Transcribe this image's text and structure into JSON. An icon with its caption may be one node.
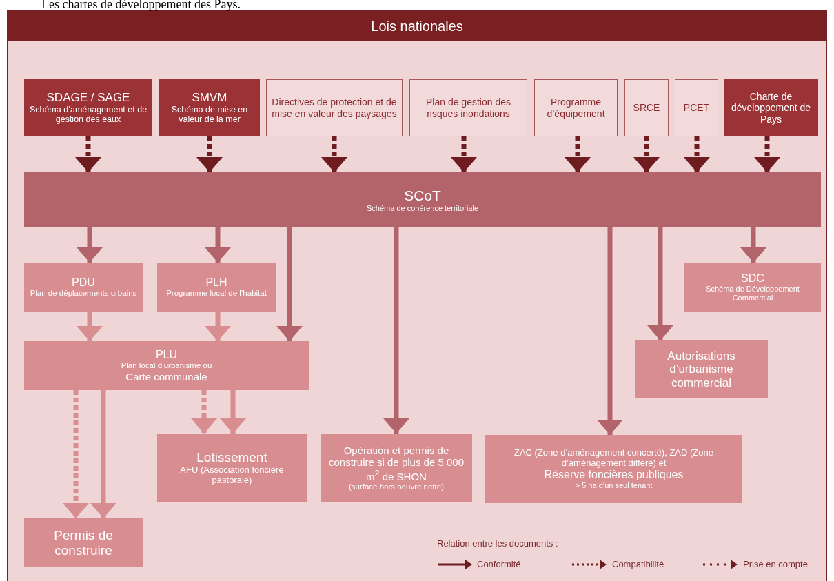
{
  "diagram": {
    "nodes": [
      {
        "text": [
          "Lois nationales"
        ]
      },
      {
        "text": [
          "SDAGE / SAGE",
          "Schéma d’aménagement et de gestion des eaux"
        ],
        "in": 0
      },
      {
        "text": [
          "SMVM",
          "Schéma de mise en valeur de la mer"
        ],
        "in": 0
      },
      {
        "text": [
          "Directives de protection et de mise en valeur des paysages"
        ],
        "in": 0
      },
      {
        "text": [
          "Plan de gestion des risques inondations"
        ],
        "in": 0
      },
      {
        "text": [
          "Programme d’équipement"
        ],
        "in": 0
      },
      {
        "text": [
          "SRCE"
        ],
        "in": 0
      },
      {
        "text": [
          "PCET"
        ],
        "in": 0
      },
      {
        "text": [
          "Charte de développement de Pays"
        ],
        "in": 0
      },
      {
        "text": [
          "SCoT",
          "Schéma de cohérence territoriale"
        ],
        "in": 0
      },
      {
        "text": [
          "PDU",
          "Plan de déplacements urbains"
        ],
        "in": 0
      },
      {
        "text": [
          "PLH",
          "Programme local de l’habitat"
        ],
        "in": 0
      },
      {
        "text": [
          "SDC",
          "Schéma de Développement Commercial"
        ],
        "in": 0
      },
      {
        "text": [
          "PLU",
          "Plan local d’urbanisme ou",
          "Carte communale"
        ],
        "in": 0
      },
      {
        "text": [
          "Autorisations d’urbanisme commercial"
        ],
        "in": 0
      },
      {
        "text": [
          "Lotissement",
          "AFU (Association foncière pastorale)"
        ],
        "in": 0
      },
      {
        "text": [
          "Opération et permis de construire si de plus de 5 000 m$^{2}$ de SHON",
          "(surface hors oeuvre nette)"
        ],
        "in": 0
      },
      {
        "text": [
          "ZAC (Zone d’aménagement concerté), ZAD (Zone d’aménagement différé) et",
          "Réserve foncières publiques",
          "> 5 ha d’un seul tenant"
        ],
        "in": 0
      },
      {
        "text": [
          "Permis de construire"
        ],
        "in": 0
      }
    ],
    "edges": [
      {
        "from": 1,
        "to": 9,
        "arrow": "to",
        "style": "dashed",
        "color": "#6e1c20"
      },
      {
        "from": 2,
        "to": 9,
        "arrow": "to",
        "style": "dashed",
        "color": "#6e1c20"
      },
      {
        "from": 3,
        "to": 9,
        "arrow": "to",
        "style": "dashed",
        "color": "#6e1c20"
      },
      {
        "from": 4,
        "to": 9,
        "arrow": "to",
        "style": "dashed",
        "color": "#6e1c20"
      },
      {
        "from": 5,
        "to": 9,
        "arrow": "to",
        "style": "dashed",
        "color": "#6e1c20"
      },
      {
        "from": 6,
        "to": 9,
        "arrow": "to",
        "style": "dashed",
        "color": "#6e1c20"
      },
      {
        "from": 7,
        "to": 9,
        "arrow": "to",
        "style": "dashed",
        "color": "#6e1c20"
      },
      {
        "from": 8,
        "to": 9,
        "arrow": "to",
        "style": "dashed",
        "color": "#6e1c20"
      },
      {
        "from": 9,
        "to": 10,
        "arrow": "to"
      },
      {
        "from": 9,
        "to": 11,
        "arrow": "to"
      },
      {
        "from": 9,
        "to": 13,
        "arrow": "to"
      },
      {
        "from": 9,
        "to": 16,
        "arrow": "to"
      },
      {
        "from": 9,
        "to": 17,
        "arrow": "to"
      },
      {
        "from": 9,
        "to": 14,
        "arrow": "to"
      },
      {
        "from": 9,
        "to": 12,
        "arrow": "to"
      },
      {
        "from": 10,
        "to": 13,
        "arrow": "to",
        "color": "#d88d91"
      },
      {
        "from": 11,
        "to": 13,
        "arrow": "to",
        "color": "#d88d91"
      },
      {
        "from": 13,
        "to": 18,
        "arrow": "to",
        "style": "dashed",
        "color": "#d88d91"
      },
      {
        "from": 13,
        "to": 18,
        "arrow": "to",
        "color": "#d88d91"
      },
      {
        "from": 13,
        "to": 15,
        "arrow": "to",
        "style": "dashed",
        "color": "#d88d91"
      },
      {
        "from": 13,
        "to": 15,
        "arrow": "to",
        "color": "#d88d91"
      }
    ],
    "labels": [
      "Les chartes de développement des Pays.",
      "Relation entre les documents :"
    ],
    "legend": [
      {
        "text": "Conformité"
      },
      {
        "text": "Compatibilité"
      },
      {
        "text": "Prise en compte"
      }
    ]
  }
}
